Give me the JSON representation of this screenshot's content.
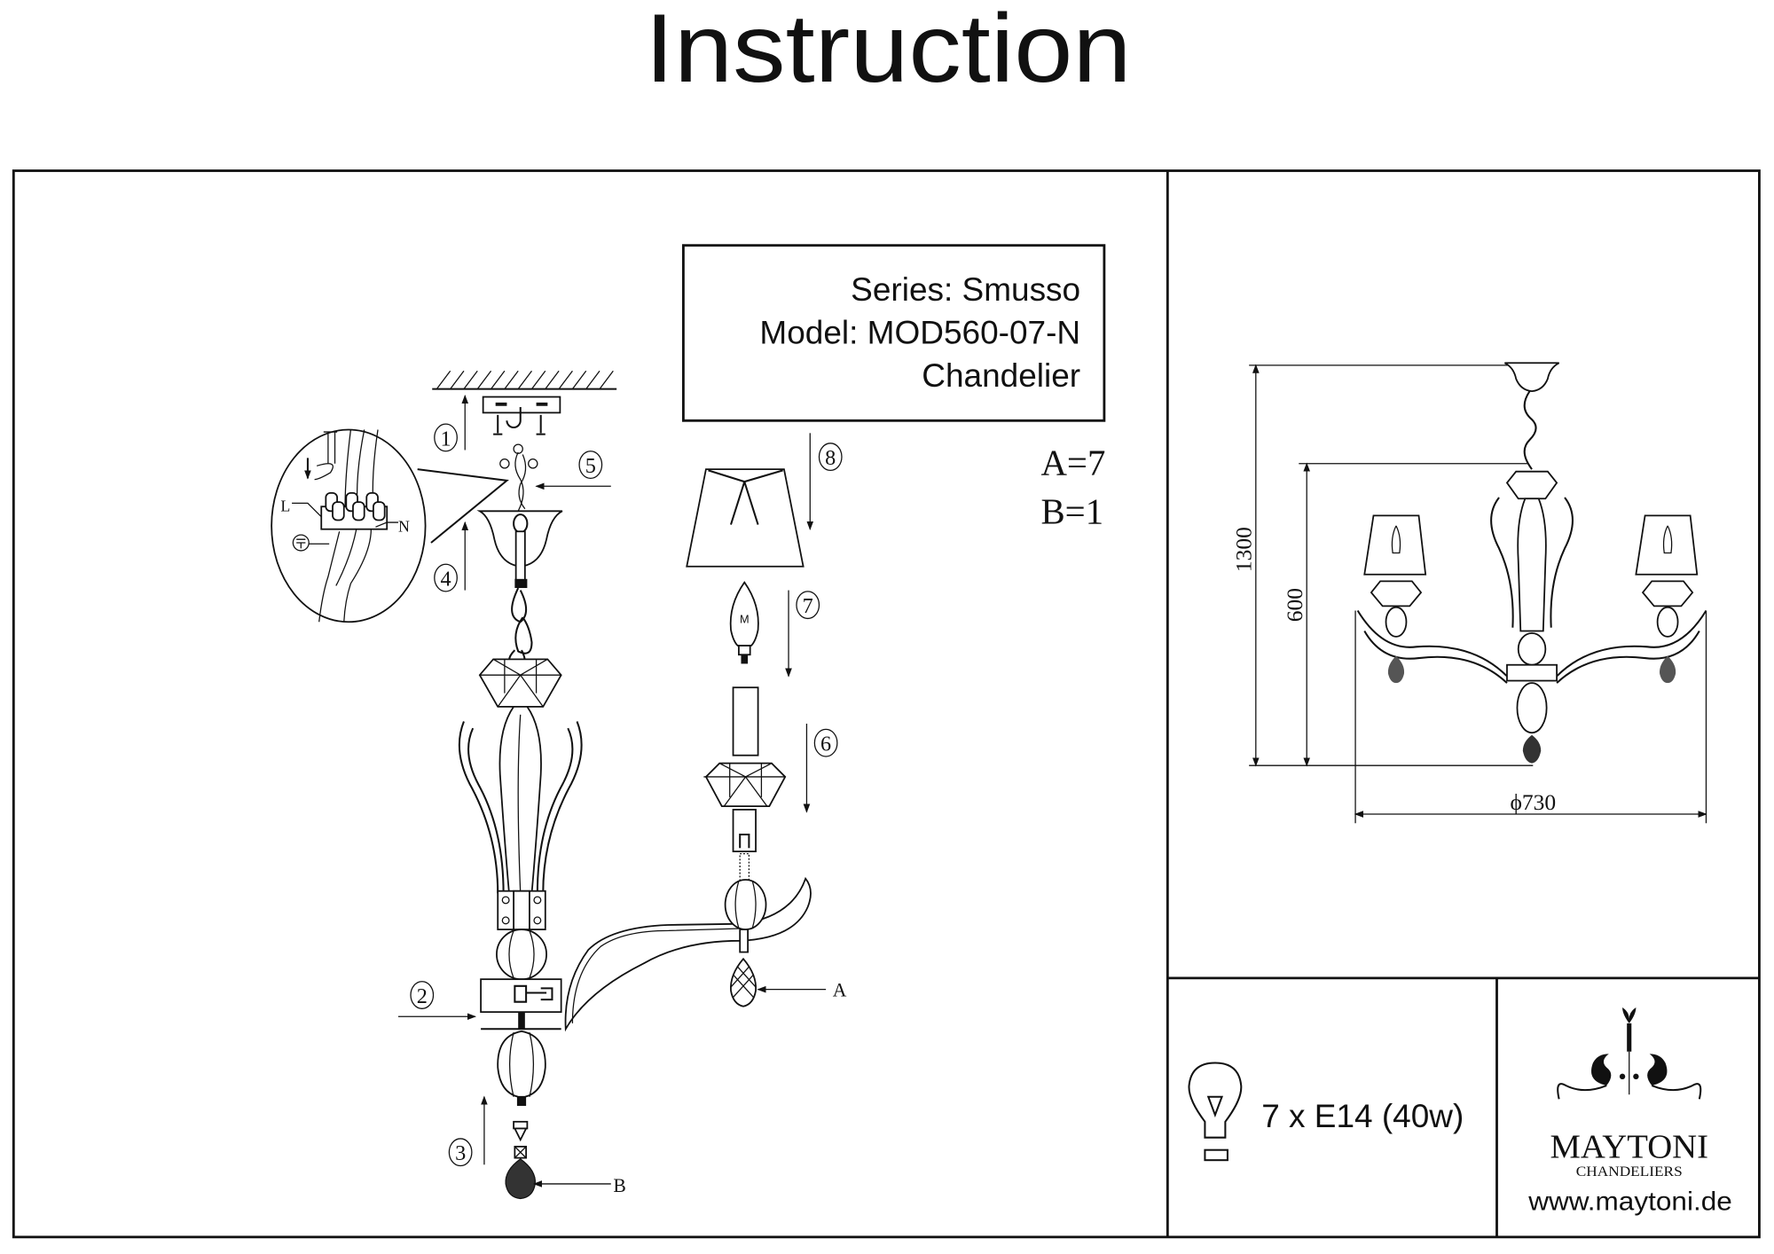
{
  "title": "Instruction",
  "info_box": {
    "series": "Series: Smusso",
    "model": "Model: MOD560-07-N",
    "type": "Chandelier"
  },
  "parts_count": {
    "a": "A=7",
    "b": "B=1"
  },
  "steps": [
    "1",
    "2",
    "3",
    "4",
    "5",
    "6",
    "7",
    "8"
  ],
  "wiring_labels": {
    "live": "L",
    "neutral": "N",
    "bulb_mark": "M"
  },
  "part_labels": {
    "a": "A",
    "b": "B"
  },
  "dimensions": {
    "total_height": "1300",
    "body_height": "600",
    "diameter": "ϕ730"
  },
  "bulb_spec": "7 x E14 (40w)",
  "brand": {
    "name": "MAYTONI",
    "tagline": "CHANDELIERS",
    "website": "www.maytoni.de"
  }
}
